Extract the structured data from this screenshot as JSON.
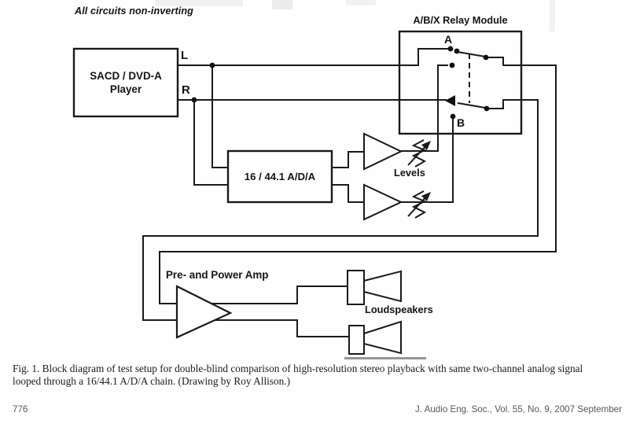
{
  "note": "All circuits non-inverting",
  "player": {
    "line1": "SACD / DVD-A",
    "line2": "Player"
  },
  "channels": {
    "left": "L",
    "right": "R"
  },
  "relay": {
    "title": "A/B/X Relay Module",
    "contact_a": "A",
    "contact_b": "B"
  },
  "adda": {
    "label": "16 / 44.1 A/D/A"
  },
  "levels": {
    "label": "Levels"
  },
  "amp": {
    "label": "Pre- and Power Amp"
  },
  "speakers": {
    "label": "Loudspeakers"
  },
  "caption": {
    "line1": "Fig. 1. Block diagram of test setup for double-blind comparison of high-resolution stereo playback with same two-channel analog signal",
    "line2": "looped through a 16/44.1 A/D/A chain. (Drawing by Roy Allison.)"
  },
  "footer": {
    "page": "776",
    "journal": "J. Audio Eng. Soc., Vol. 55, No. 9, 2007 September"
  },
  "colors": {
    "ink": "#1a1a1a",
    "paper": "#fefefe"
  }
}
